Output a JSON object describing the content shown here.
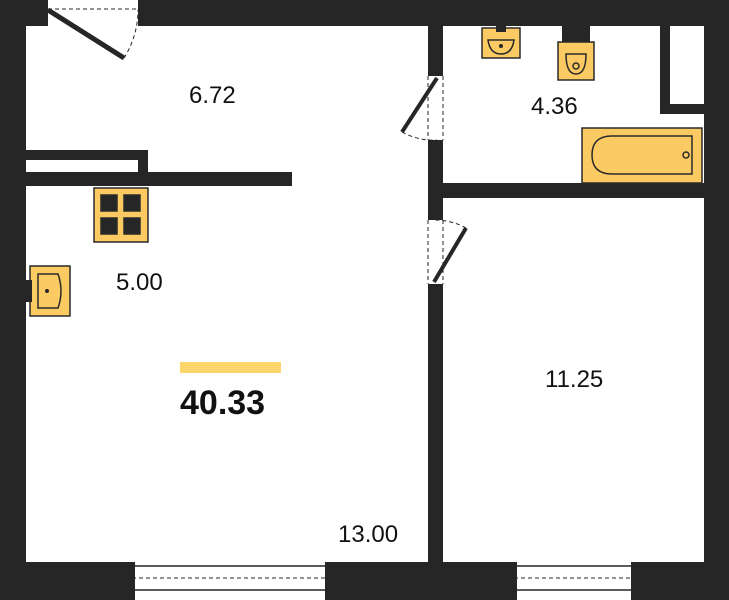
{
  "plan": {
    "total_area": "40.33",
    "rooms": {
      "hallway": "6.72",
      "bathroom": "4.36",
      "kitchen": "5.00",
      "living_room": "13.00",
      "bedroom": "11.25"
    }
  },
  "colors": {
    "wall": "#262626",
    "fixture_fill": "#fcca62",
    "fixture_stroke": "#2a2a2a",
    "accent_bar": "#fcd66b",
    "background": "#ffffff"
  }
}
